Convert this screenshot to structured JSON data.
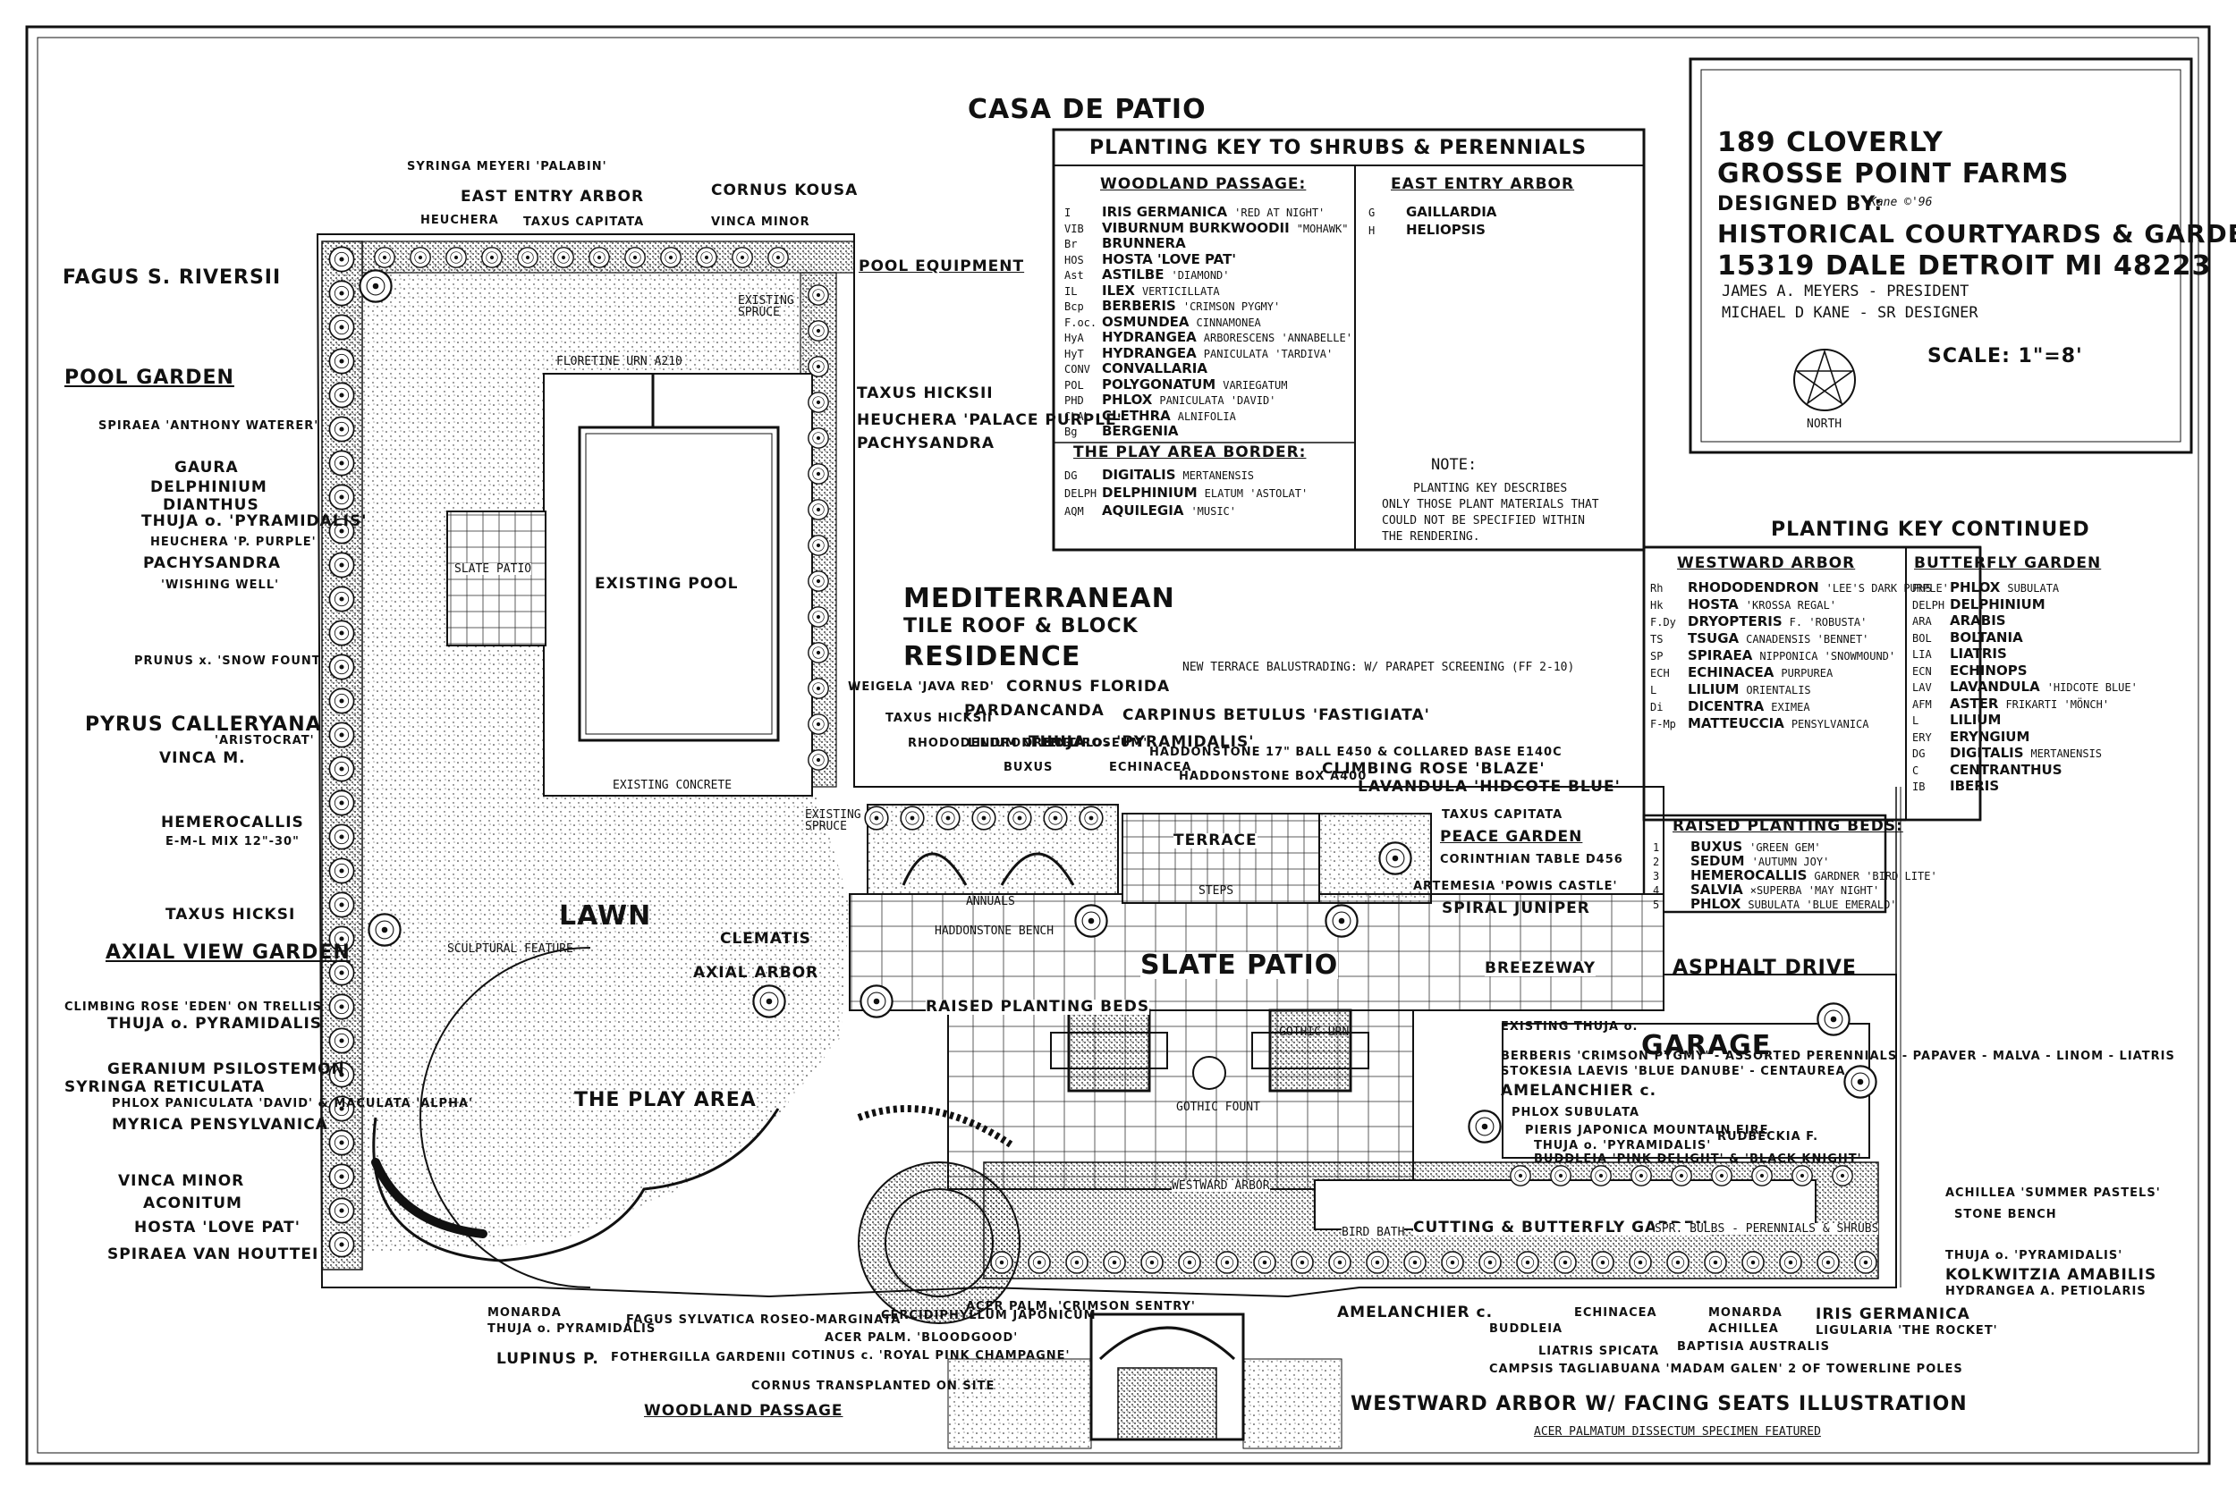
{
  "title": "CASA DE PATIO",
  "title_block": {
    "address1": "189 CLOVERLY",
    "address2": "GROSSE POINT FARMS",
    "designed_by": "DESIGNED BY:",
    "signature": "Kane ©'96",
    "company": "HISTORICAL COURTYARDS & GARDENS",
    "company_address": "15319 DALE DETROIT MI 48223",
    "president": "JAMES A. MEYERS - PRESIDENT",
    "designer": "MICHAEL D KANE - SR DESIGNER",
    "scale": "SCALE: 1\"=8'",
    "north": "NORTH"
  },
  "key_main": {
    "title": "PLANTING KEY TO SHRUBS & PERENNIALS",
    "woodland": {
      "heading": "WOODLAND PASSAGE:",
      "items": [
        {
          "code": "I",
          "plant": "IRIS GERMANICA",
          "cultivar": "'RED AT NIGHT'"
        },
        {
          "code": "VIB",
          "plant": "VIBURNUM BURKWOODII",
          "cultivar": "\"MOHAWK\""
        },
        {
          "code": "Br",
          "plant": "BRUNNERA",
          "cultivar": ""
        },
        {
          "code": "HOS",
          "plant": "HOSTA 'LOVE PAT'",
          "cultivar": ""
        },
        {
          "code": "Ast",
          "plant": "ASTILBE",
          "cultivar": "'DIAMOND'"
        },
        {
          "code": "IL",
          "plant": "ILEX",
          "cultivar": "VERTICILLATA"
        },
        {
          "code": "Bcp",
          "plant": "BERBERIS",
          "cultivar": "'CRIMSON PYGMY'"
        },
        {
          "code": "F.oc.",
          "plant": "OSMUNDEA",
          "cultivar": "CINNAMONEA"
        },
        {
          "code": "HyA",
          "plant": "HYDRANGEA",
          "cultivar": "ARBORESCENS 'ANNABELLE'"
        },
        {
          "code": "HyT",
          "plant": "HYDRANGEA",
          "cultivar": "PANICULATA 'TARDIVA'"
        },
        {
          "code": "CONV",
          "plant": "CONVALLARIA",
          "cultivar": ""
        },
        {
          "code": "POL",
          "plant": "POLYGONATUM",
          "cultivar": "VARIEGATUM"
        },
        {
          "code": "PHD",
          "plant": "PHLOX",
          "cultivar": "PANICULATA 'DAVID'"
        },
        {
          "code": "CLAL",
          "plant": "CLETHRA",
          "cultivar": "ALNIFOLIA"
        },
        {
          "code": "Bg",
          "plant": "BERGENIA",
          "cultivar": ""
        }
      ]
    },
    "play_border": {
      "heading": "THE PLAY AREA BORDER:",
      "items": [
        {
          "code": "DG",
          "plant": "DIGITALIS",
          "cultivar": "MERTANENSIS"
        },
        {
          "code": "DELPH",
          "plant": "DELPHINIUM",
          "cultivar": "ELATUM 'ASTOLAT'"
        },
        {
          "code": "AQM",
          "plant": "AQUILEGIA",
          "cultivar": "'MUSIC'"
        }
      ]
    },
    "east_arbor": {
      "heading": "EAST ENTRY ARBOR",
      "items": [
        {
          "code": "G",
          "plant": "GAILLARDIA",
          "cultivar": ""
        },
        {
          "code": "H",
          "plant": "HELIOPSIS",
          "cultivar": ""
        }
      ]
    },
    "note_heading": "NOTE:",
    "note": [
      "PLANTING KEY DESCRIBES",
      "ONLY THOSE PLANT MATERIALS THAT",
      "COULD NOT BE SPECIFIED WITHIN",
      "THE RENDERING."
    ]
  },
  "key_continued": {
    "title": "PLANTING KEY CONTINUED",
    "westward": {
      "heading": "WESTWARD ARBOR",
      "items": [
        {
          "code": "Rh",
          "plant": "RHODODENDRON",
          "cultivar": "'LEE'S DARK PURPLE'"
        },
        {
          "code": "Hk",
          "plant": "HOSTA",
          "cultivar": "'KROSSA REGAL'"
        },
        {
          "code": "F.Dy",
          "plant": "DRYOPTERIS",
          "cultivar": "F. 'ROBUSTA'"
        },
        {
          "code": "TS",
          "plant": "TSUGA",
          "cultivar": "CANADENSIS 'BENNET'"
        },
        {
          "code": "SP",
          "plant": "SPIRAEA",
          "cultivar": "NIPPONICA 'SNOWMOUND'"
        },
        {
          "code": "ECH",
          "plant": "ECHINACEA",
          "cultivar": "PURPUREA"
        },
        {
          "code": "L",
          "plant": "LILIUM",
          "cultivar": "ORIENTALIS"
        },
        {
          "code": "Di",
          "plant": "DICENTRA",
          "cultivar": "EXIMEA"
        },
        {
          "code": "F-Mp",
          "plant": "MATTEUCCIA",
          "cultivar": "PENSYLVANICA"
        }
      ]
    },
    "butterfly": {
      "heading": "BUTTERFLY GARDEN",
      "items": [
        {
          "code": "PHS",
          "plant": "PHLOX",
          "cultivar": "SUBULATA"
        },
        {
          "code": "DELPH",
          "plant": "DELPHINIUM",
          "cultivar": ""
        },
        {
          "code": "ARA",
          "plant": "ARABIS",
          "cultivar": ""
        },
        {
          "code": "BOL",
          "plant": "BOLTANIA",
          "cultivar": ""
        },
        {
          "code": "LIA",
          "plant": "LIATRIS",
          "cultivar": ""
        },
        {
          "code": "ECN",
          "plant": "ECHINOPS",
          "cultivar": ""
        },
        {
          "code": "LAV",
          "plant": "LAVANDULA",
          "cultivar": "'HIDCOTE BLUE'"
        },
        {
          "code": "AFM",
          "plant": "ASTER",
          "cultivar": "FRIKARTI 'MÖNCH'"
        },
        {
          "code": "L",
          "plant": "LILIUM",
          "cultivar": ""
        },
        {
          "code": "ERY",
          "plant": "ERYNGIUM",
          "cultivar": ""
        },
        {
          "code": "DG",
          "plant": "DIGITALIS",
          "cultivar": "MERTANENSIS"
        },
        {
          "code": "C",
          "plant": "CENTRANTHUS",
          "cultivar": ""
        },
        {
          "code": "IB",
          "plant": "IBERIS",
          "cultivar": ""
        }
      ]
    },
    "raised": {
      "heading": "RAISED PLANTING BEDS:",
      "items": [
        {
          "code": "1",
          "plant": "BUXUS",
          "cultivar": "'GREEN GEM'"
        },
        {
          "code": "2",
          "plant": "SEDUM",
          "cultivar": "'AUTUMN JOY'"
        },
        {
          "code": "3",
          "plant": "HEMEROCALLIS",
          "cultivar": "GARDNER 'BIRD LITE'"
        },
        {
          "code": "4",
          "plant": "SALVIA",
          "cultivar": "×SUPERBA 'MAY NIGHT'"
        },
        {
          "code": "5",
          "plant": "PHLOX",
          "cultivar": "SUBULATA 'BLUE EMERALD'"
        }
      ]
    }
  },
  "plan": {
    "existing_pool": "EXISTING POOL",
    "existing_concrete": "EXISTING CONCRETE",
    "slate_patio_small": "SLATE PATIO",
    "slate_patio": "SLATE PATIO",
    "lawn": "LAWN",
    "play_area": "THE PLAY AREA",
    "terrace": "TERRACE",
    "garage": "GARAGE",
    "asphalt": "ASPHALT DRIVE",
    "breezeway": "BREEZEWAY",
    "residence1": "MEDITERRANEAN",
    "residence2": "TILE ROOF & BLOCK",
    "residence3": "RESIDENCE",
    "pool_equipment": "POOL EQUIPMENT",
    "existing_spruce1": "EXISTING SPRUCE",
    "existing_spruce2": "EXISTING SPRUCE",
    "annuals": "ANNUALS",
    "haddonstone_bench": "HADDONSTONE BENCH",
    "steps": "STEPS",
    "floretine_urn": "FLORETINE URN A210",
    "axial_arbor": "AXIAL ARBOR",
    "clematis": "CLEMATIS",
    "sculptural": "SCULPTURAL FEATURE",
    "gothic_urn": "GOTHIC URN",
    "gothic_fount": "GOTHIC FOUNT",
    "raised_beds": "RAISED PLANTING BEDS",
    "bird_bath": "BIRD BATH",
    "cutting_garden": "CUTTING & BUTTERFLY GARDEN",
    "spr_bulbs": "SPR. BULBS - PERENNIALS & SHRUBS",
    "westward_arbor_plan": "WESTWARD ARBOR",
    "illustration_title": "WESTWARD ARBOR W/ FACING SEATS ILLUSTRATION",
    "acer_featured": "ACER PALMATUM DISSECTUM SPECIMEN FEATURED",
    "woodland_passage": "WOODLAND PASSAGE",
    "new_terrace": "NEW TERRACE BALUSTRADING: W/ PARAPET SCREENING (FF 2-10)"
  },
  "left_labels": [
    {
      "key": "fagus",
      "text": "FAGUS S. RIVERSII"
    },
    {
      "key": "pool_garden",
      "text": "POOL GARDEN"
    },
    {
      "key": "spiraea",
      "text": "SPIRAEA 'ANTHONY WATERER'"
    },
    {
      "key": "gaura",
      "text": "GAURA"
    },
    {
      "key": "delph",
      "text": "DELPHINIUM"
    },
    {
      "key": "dianthus",
      "text": "DIANTHUS"
    },
    {
      "key": "thuja1",
      "text": "THUJA o. 'PYRAMIDALIS'"
    },
    {
      "key": "heuchera1",
      "text": "HEUCHERA 'P. PURPLE'"
    },
    {
      "key": "pachy",
      "text": "PACHYSANDRA"
    },
    {
      "key": "wishing",
      "text": "'WISHING WELL'"
    },
    {
      "key": "prunus",
      "text": "PRUNUS x. 'SNOW FOUNT'"
    },
    {
      "key": "pyrus",
      "text": "PYRUS CALLERYANA"
    },
    {
      "key": "aristocrat",
      "text": "'ARISTOCRAT'"
    },
    {
      "key": "vinca1",
      "text": "VINCA M."
    },
    {
      "key": "hemero",
      "text": "HEMEROCALLIS"
    },
    {
      "key": "eml",
      "text": "E-M-L MIX 12\"-30\""
    },
    {
      "key": "taxus_l",
      "text": "TAXUS HICKSI"
    },
    {
      "key": "axial",
      "text": "AXIAL VIEW GARDEN"
    },
    {
      "key": "climbing",
      "text": "CLIMBING ROSE 'EDEN' ON TRELLIS"
    },
    {
      "key": "thuja2",
      "text": "THUJA o. PYRAMIDALIS"
    },
    {
      "key": "geranium",
      "text": "GERANIUM PSILOSTEMON"
    },
    {
      "key": "syringa_r",
      "text": "SYRINGA RETICULATA"
    },
    {
      "key": "phlox_p",
      "text": "PHLOX PANICULATA 'DAVID' & MACULATA 'ALPHA'"
    },
    {
      "key": "myrica",
      "text": "MYRICA PENSYLVANICA"
    },
    {
      "key": "vinca2",
      "text": "VINCA MINOR"
    },
    {
      "key": "aconitum",
      "text": "ACONITUM"
    },
    {
      "key": "hosta_lp",
      "text": "HOSTA 'LOVE PAT'"
    },
    {
      "key": "spiraea_vh",
      "text": "SPIRAEA VAN HOUTTEI"
    }
  ],
  "top_labels": [
    {
      "key": "syringa_m",
      "text": "SYRINGA MEYERI 'PALABIN'"
    },
    {
      "key": "east_arbor",
      "text": "EAST ENTRY ARBOR"
    },
    {
      "key": "heuchera_t",
      "text": "HEUCHERA"
    },
    {
      "key": "taxus_c",
      "text": "TAXUS CAPITATA"
    },
    {
      "key": "cornus_k",
      "text": "CORNUS KOUSA"
    },
    {
      "key": "vinca_m",
      "text": "VINCA MINOR"
    },
    {
      "key": "taxus_h2",
      "text": "TAXUS HICKSII"
    },
    {
      "key": "heuchera_pp",
      "text": "HEUCHERA 'PALACE PURPLE'"
    },
    {
      "key": "pachy2",
      "text": "PACHYSANDRA"
    }
  ],
  "mid_labels": [
    {
      "key": "weigela",
      "text": "WEIGELA 'JAVA RED'"
    },
    {
      "key": "taxus_h3",
      "text": "TAXUS HICKSII"
    },
    {
      "key": "rhodo",
      "text": "RHODODENDRON 'ENG. ROSEUM'"
    },
    {
      "key": "cornus_f",
      "text": "CORNUS FLORIDA"
    },
    {
      "key": "pardancanda",
      "text": "PARDANCANDA"
    },
    {
      "key": "lilium_o",
      "text": "LILIUM ORIENTAL"
    },
    {
      "key": "carpinus",
      "text": "CARPINUS BETULUS 'FASTIGIATA'"
    },
    {
      "key": "thuja3",
      "text": "THUJA o. 'PYRAMIDALIS'"
    },
    {
      "key": "buxus",
      "text": "BUXUS"
    },
    {
      "key": "echinacea",
      "text": "ECHINACEA"
    },
    {
      "key": "haddon1",
      "text": "HADDONSTONE 17\" BALL E450 & COLLARED BASE E140C"
    },
    {
      "key": "haddon2",
      "text": "HADDONSTONE BOX A400"
    },
    {
      "key": "climbing_blaze",
      "text": "CLIMBING ROSE 'BLAZE'"
    },
    {
      "key": "lavandula",
      "text": "LAVANDULA 'HIDCOTE BLUE'"
    },
    {
      "key": "taxus_cap",
      "text": "TAXUS CAPITATA"
    },
    {
      "key": "peace",
      "text": "PEACE GARDEN"
    },
    {
      "key": "corinthian",
      "text": "CORINTHIAN TABLE D456"
    },
    {
      "key": "artemesia",
      "text": "ARTEMESIA 'POWIS CASTLE'"
    },
    {
      "key": "spiral",
      "text": "SPIRAL JUNIPER"
    }
  ],
  "right_labels": [
    {
      "key": "existing_thuja",
      "text": "EXISTING THUJA o."
    },
    {
      "key": "berberis_mix",
      "text": "BERBERIS 'CRIMSON PYGMY' - ASSORTED PERENNIALS - PAPAVER - MALVA - LINOM - LIATRIS"
    },
    {
      "key": "stokesia",
      "text": "STOKESIA LAEVIS 'BLUE DANUBE' - CENTAUREA"
    },
    {
      "key": "amelanchier",
      "text": "AMELANCHIER c."
    },
    {
      "key": "phlox_s",
      "text": "PHLOX SUBULATA"
    },
    {
      "key": "pieris",
      "text": "PIERIS JAPONICA MOUNTAIN FIRE"
    },
    {
      "key": "thuja4",
      "text": "THUJA o. 'PYRAMIDALIS'"
    },
    {
      "key": "rudbeckia",
      "text": "RUDBECKIA F."
    },
    {
      "key": "buddleia",
      "text": "BUDDLEIA 'PINK DELIGHT' & 'BLACK KNIGHT'"
    },
    {
      "key": "achillea_sp",
      "text": "ACHILLEA 'SUMMER PASTELS'"
    },
    {
      "key": "stone_bench",
      "text": "STONE BENCH"
    },
    {
      "key": "thuja5",
      "text": "THUJA o. 'PYRAMIDALIS'"
    },
    {
      "key": "kolk",
      "text": "KOLKWITZIA AMABILIS"
    },
    {
      "key": "hydrangea_p",
      "text": "HYDRANGEA A. PETIOLARIS"
    }
  ],
  "bottom_labels": [
    {
      "key": "monarda1",
      "text": "MONARDA"
    },
    {
      "key": "thuja6",
      "text": "THUJA o. PYRAMIDALIS"
    },
    {
      "key": "lupinus",
      "text": "LUPINUS P."
    },
    {
      "key": "fagus_s",
      "text": "FAGUS SYLVATICA ROSEO-MARGINATA"
    },
    {
      "key": "fothergilla",
      "text": "FOTHERGILLA GARDENII"
    },
    {
      "key": "cornus_t",
      "text": "CORNUS TRANSPLANTED ON SITE"
    },
    {
      "key": "cotinus",
      "text": "COTINUS c. 'ROYAL PINK CHAMPAGNE'"
    },
    {
      "key": "acer_b",
      "text": "ACER PALM. 'BLOODGOOD'"
    },
    {
      "key": "cercid",
      "text": "CERCIDIPHYLLUM JAPONICUM"
    },
    {
      "key": "acer_cs",
      "text": "ACER PALM. 'CRIMSON SENTRY'"
    },
    {
      "key": "amelanchier2",
      "text": "AMELANCHIER c."
    },
    {
      "key": "buddleia2",
      "text": "BUDDLEIA"
    },
    {
      "key": "liatris",
      "text": "LIATRIS SPICATA"
    },
    {
      "key": "echinacea2",
      "text": "ECHINACEA"
    },
    {
      "key": "campsis",
      "text": "CAMPSIS TAGLIABUANA 'MADAM GALEN' 2 OF TOWERLINE POLES"
    },
    {
      "key": "baptisia",
      "text": "BAPTISIA AUSTRALIS"
    },
    {
      "key": "monarda2",
      "text": "MONARDA"
    },
    {
      "key": "achillea2",
      "text": "ACHILLEA"
    },
    {
      "key": "iris_g",
      "text": "IRIS GERMANICA"
    },
    {
      "key": "ligularia",
      "text": "LIGULARIA 'THE ROCKET'"
    }
  ],
  "colors": {
    "ink": "#111111",
    "paper": "#ffffff"
  }
}
